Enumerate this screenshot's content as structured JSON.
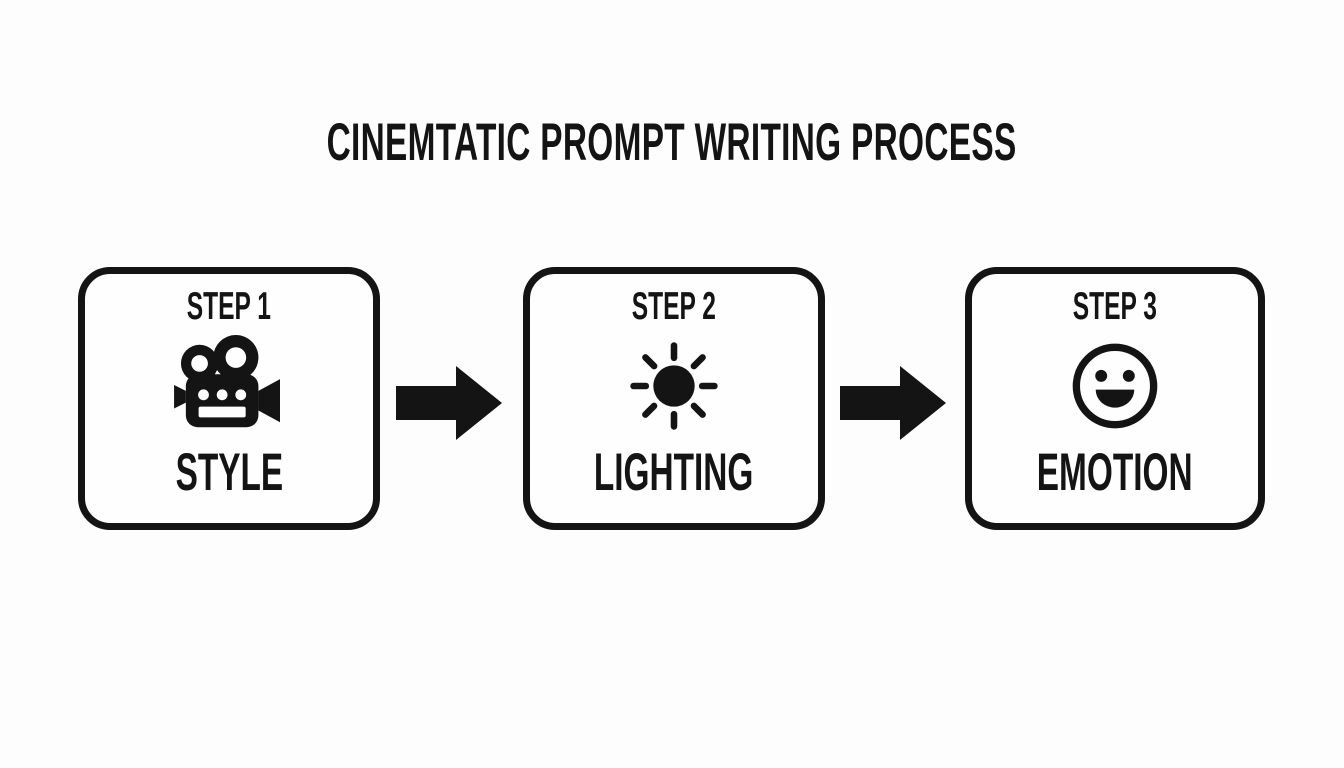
{
  "title": "CINEMTATIC PROMPT WRITING PROCESS",
  "colors": {
    "foreground": "#141414",
    "background": "#fdfdfd"
  },
  "steps": [
    {
      "heading": "STEP 1",
      "icon": "movie-camera-icon",
      "label": "STYLE"
    },
    {
      "heading": "STEP 2",
      "icon": "sun-icon",
      "label": "LIGHTING"
    },
    {
      "heading": "STEP 3",
      "icon": "smiley-face-icon",
      "label": "EMOTION"
    }
  ],
  "connectors": [
    {
      "icon": "right-arrow-icon"
    },
    {
      "icon": "right-arrow-icon"
    }
  ]
}
